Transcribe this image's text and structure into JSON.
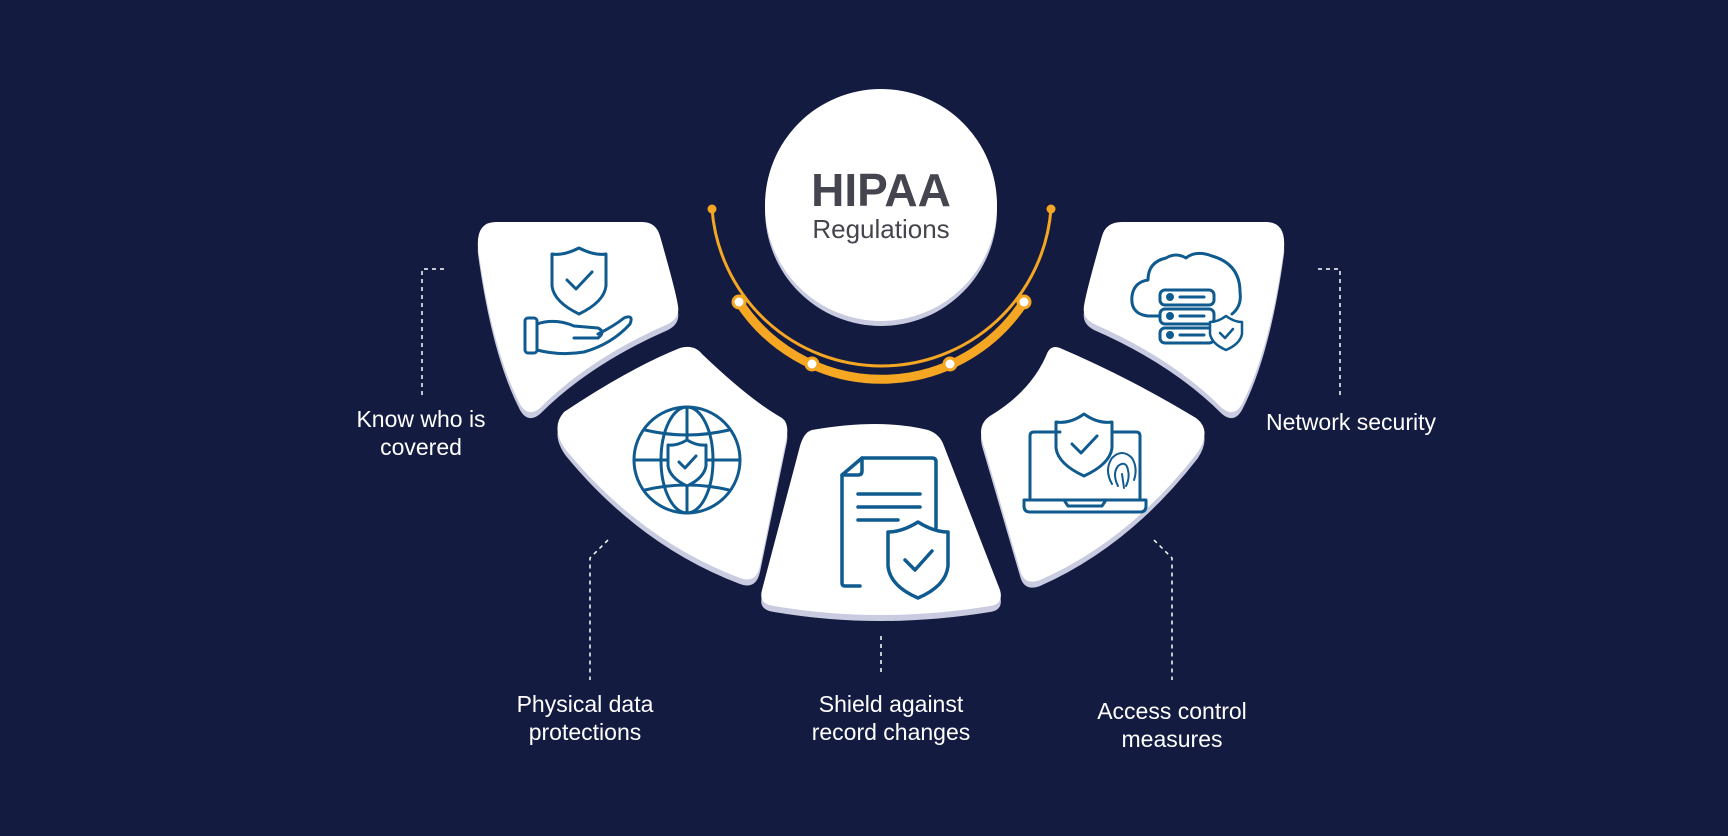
{
  "center": {
    "title": "HIPAA",
    "subtitle": "Regulations"
  },
  "items": [
    {
      "label": "Know who is\ncovered",
      "icon": "hand-shield-icon"
    },
    {
      "label": "Physical data\nprotections",
      "icon": "globe-shield-icon"
    },
    {
      "label": "Shield against\nrecord changes",
      "icon": "document-shield-icon"
    },
    {
      "label": "Access control\nmeasures",
      "icon": "laptop-fingerprint-icon"
    },
    {
      "label": "Network security",
      "icon": "cloud-server-icon"
    }
  ],
  "colors": {
    "background": "#141b40",
    "card": "#ffffff",
    "card_shadow": "#c9cbe0",
    "icon": "#0f5a8e",
    "arc": "#f5a623",
    "title_text": "#45454f",
    "label_text": "#ffffff"
  }
}
